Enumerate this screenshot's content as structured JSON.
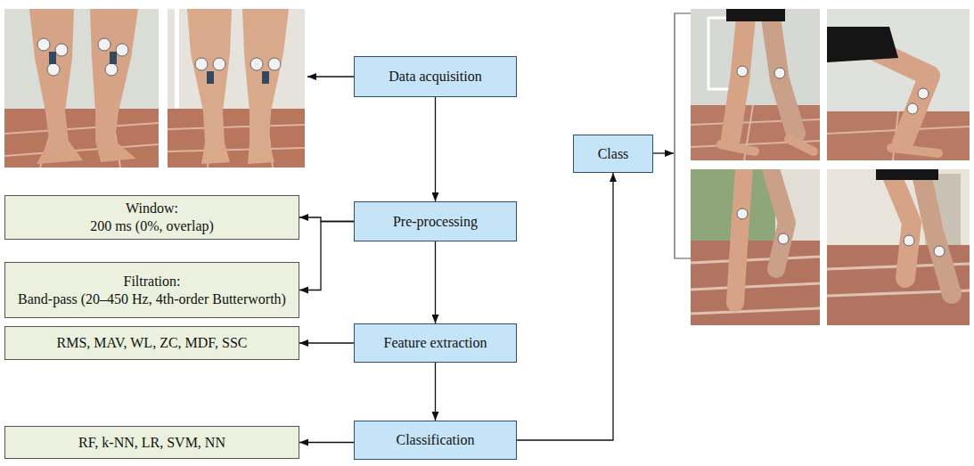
{
  "diagram": {
    "nodes": [
      {
        "text": [
          "Data acquisition"
        ]
      },
      {
        "text": [
          "Pre-processing"
        ]
      },
      {
        "text": [
          "Window:",
          "200 ms (0%, overlap)"
        ]
      },
      {
        "text": [
          "Filtration:",
          "Band-pass (20–450 Hz, 4th-order Butterworth)"
        ]
      },
      {
        "text": [
          "Feature extraction"
        ]
      },
      {
        "text": [
          "RMS, MAV, WL, ZC, MDF, SSC"
        ]
      },
      {
        "text": [
          "Classification"
        ]
      },
      {
        "text": [
          "RF, k-NN, LR, SVM, NN"
        ]
      },
      {
        "text": [
          "Class"
        ]
      }
    ],
    "edges": [
      {
        "from": 0,
        "to": 1,
        "arrow": "to"
      },
      {
        "from": 1,
        "to": 2,
        "arrow": "to"
      },
      {
        "from": 1,
        "to": 3,
        "arrow": "to"
      },
      {
        "from": 1,
        "to": 4,
        "arrow": "to"
      },
      {
        "from": 4,
        "to": 5,
        "arrow": "to"
      },
      {
        "from": 4,
        "to": 6,
        "arrow": "to"
      },
      {
        "from": 6,
        "to": 7,
        "arrow": "to"
      },
      {
        "from": 6,
        "to": 8,
        "arrow": "to"
      }
    ]
  }
}
